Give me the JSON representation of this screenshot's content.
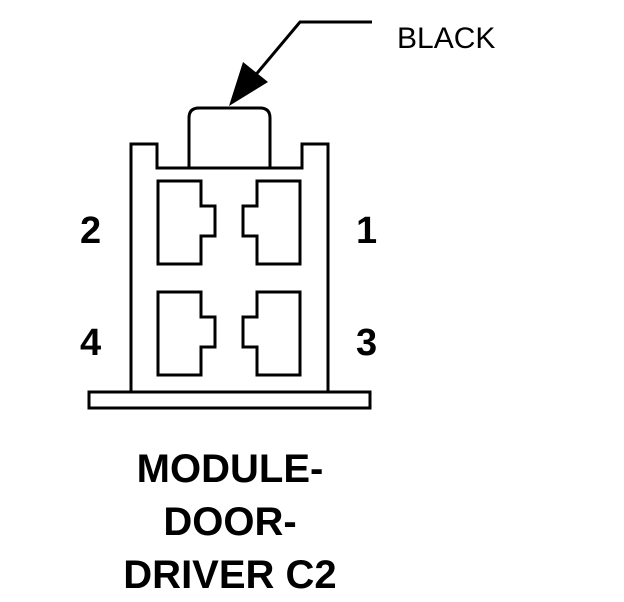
{
  "colors": {
    "line": "#000000",
    "background": "#ffffff"
  },
  "connector": {
    "color_label": "BLACK",
    "pins": [
      {
        "number": "1"
      },
      {
        "number": "2"
      },
      {
        "number": "3"
      },
      {
        "number": "4"
      }
    ],
    "title_lines": [
      "MODULE-",
      "DOOR-",
      "DRIVER C2"
    ]
  }
}
